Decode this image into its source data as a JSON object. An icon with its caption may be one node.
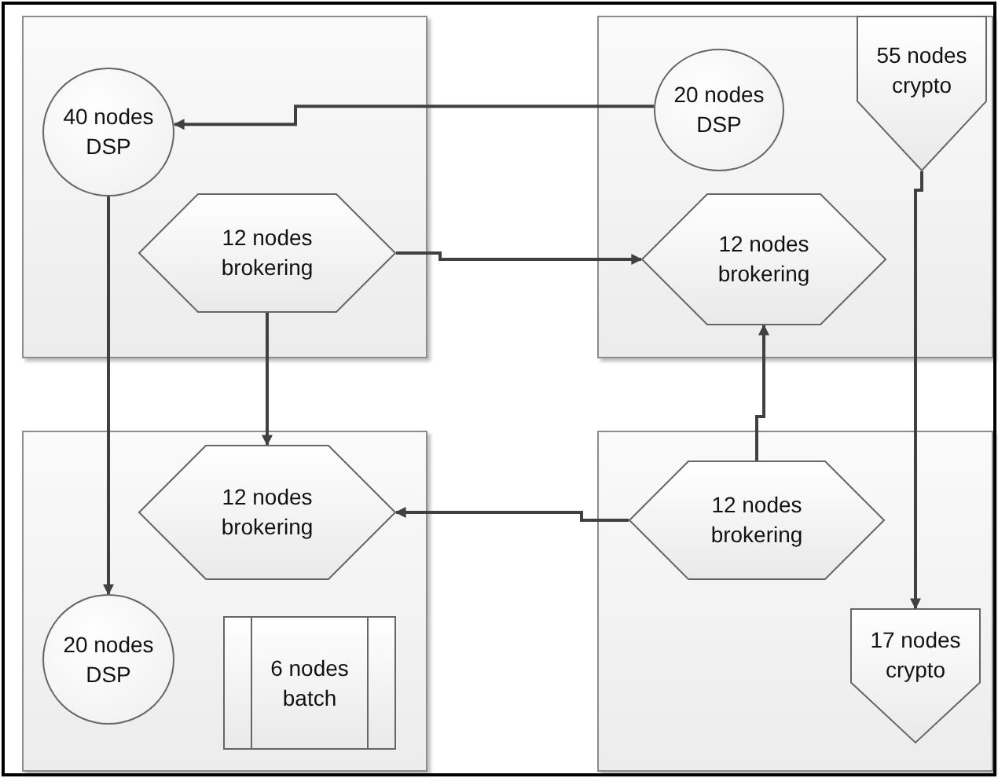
{
  "diagram": {
    "nodes": [
      {
        "text": [],
        "shape": "box"
      },
      {
        "text": [
          "40 nodes DSP"
        ],
        "in": 0
      },
      {
        "text": [
          "12 nodes brokering"
        ],
        "in": 0
      },
      {
        "text": [],
        "shape": "box"
      },
      {
        "text": [
          "20 nodes DSP"
        ],
        "in": 3
      },
      {
        "text": [
          "55 nodes crypto"
        ],
        "in": 3
      },
      {
        "text": [
          "12 nodes brokering"
        ],
        "in": 3
      },
      {
        "text": [],
        "shape": "box"
      },
      {
        "text": [
          "12 nodes brokering"
        ],
        "in": 7
      },
      {
        "text": [
          "20 nodes DSP"
        ],
        "in": 7
      },
      {
        "text": [
          "6 nodes batch"
        ],
        "in": 7
      },
      {
        "text": [],
        "shape": "box"
      },
      {
        "text": [
          "12 nodes brokering"
        ],
        "in": 11
      },
      {
        "text": [
          "17 nodes crypto"
        ],
        "in": 11
      }
    ],
    "edges": [
      {
        "from": 4,
        "to": 1,
        "arrow": "to"
      },
      {
        "from": 2,
        "to": 6,
        "arrow": "to"
      },
      {
        "from": 1,
        "to": 9,
        "arrow": "to"
      },
      {
        "from": 2,
        "to": 8,
        "arrow": "to"
      },
      {
        "from": 12,
        "to": 6,
        "arrow": "to"
      },
      {
        "from": 12,
        "to": 8,
        "arrow": "to"
      },
      {
        "from": 5,
        "to": 13,
        "arrow": "to"
      }
    ]
  }
}
